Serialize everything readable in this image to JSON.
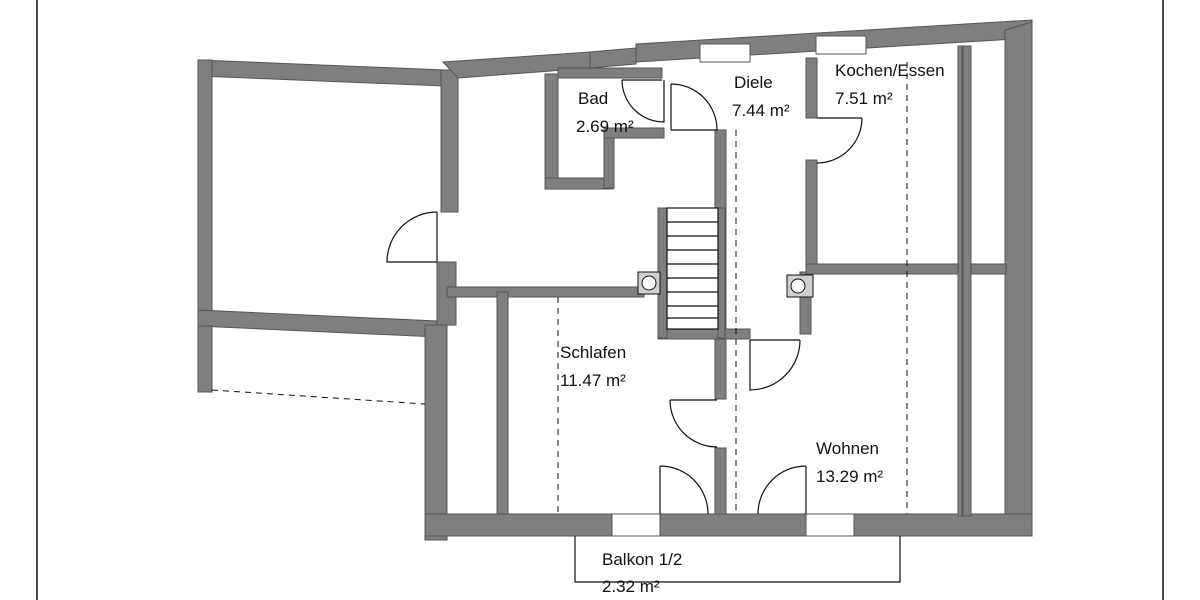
{
  "colors": {
    "wall": "#7f7f7f",
    "wall_outline": "#555555",
    "line": "#111111",
    "background": "#ffffff"
  },
  "rooms": [
    {
      "id": "bad",
      "name": "Bad",
      "area": "2.69 m²"
    },
    {
      "id": "diele",
      "name": "Diele",
      "area": "7.44 m²"
    },
    {
      "id": "kochen",
      "name": "Kochen/Essen",
      "area": "7.51 m²"
    },
    {
      "id": "schlafen",
      "name": "Schlafen",
      "area": "11.47 m²"
    },
    {
      "id": "wohnen",
      "name": "Wohnen",
      "area": "13.29 m²"
    },
    {
      "id": "balkon",
      "name": "Balkon 1/2",
      "area": "2.32 m²"
    }
  ]
}
